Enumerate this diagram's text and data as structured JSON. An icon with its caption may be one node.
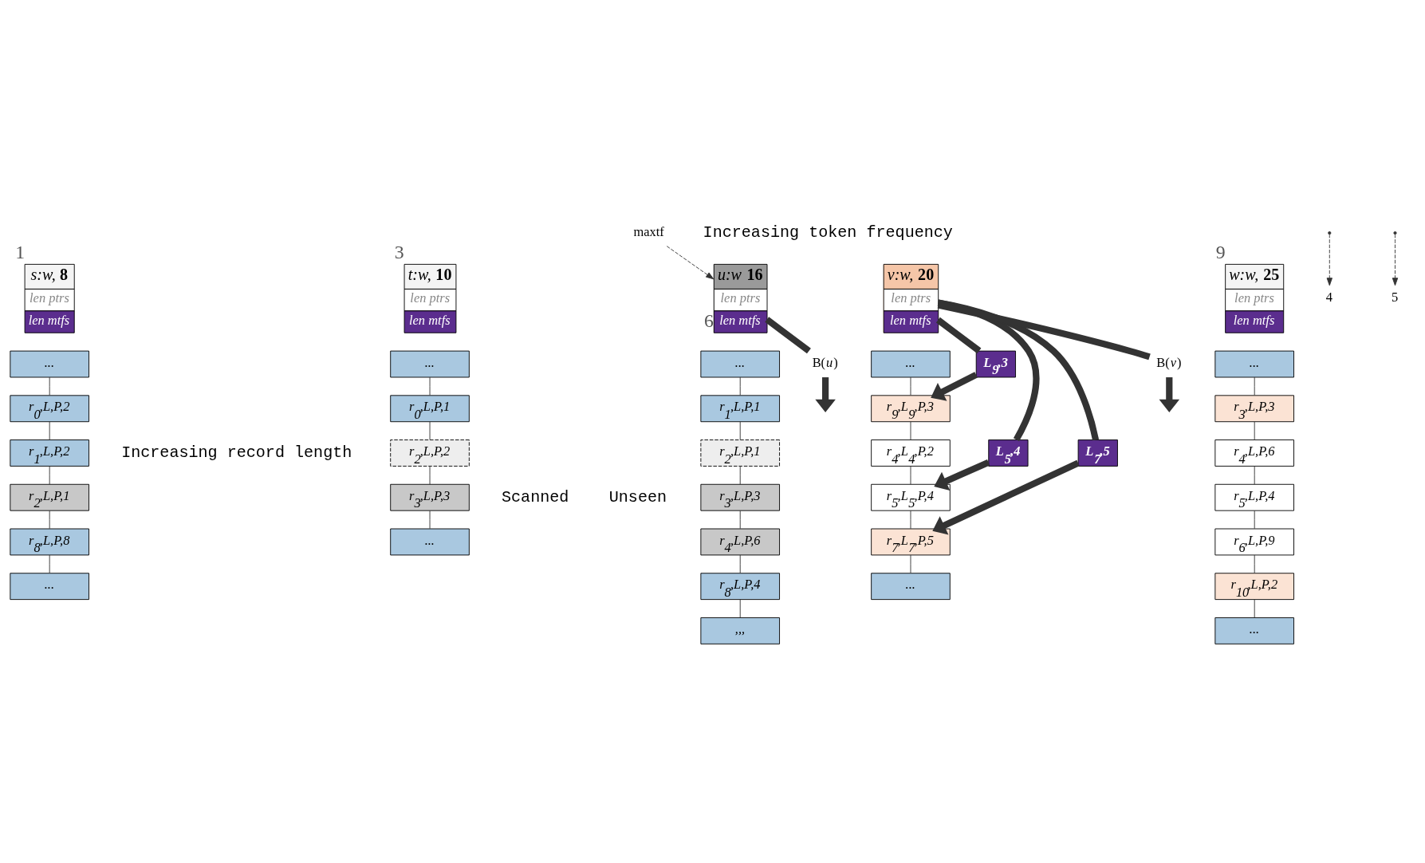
{
  "diagram": {
    "nodes": [
      {
        "text": [
          "*s:w,* **8**",
          "len ptrs",
          "len mtfs"
        ],
        "beside": [
          "1"
        ]
      },
      {
        "text": [
          "..."
        ]
      },
      {
        "text": [
          "r$_{0}$,L,P,2"
        ]
      },
      {
        "text": [
          "r$_{1}$,L,P,2"
        ]
      },
      {
        "text": [
          "r$_{2}$,L,P,1"
        ]
      },
      {
        "text": [
          "r$_{8}$,L,P,8"
        ]
      },
      {
        "text": [
          "..."
        ]
      },
      {
        "text": [
          "*t:w,* **10**",
          "len ptrs",
          "len mtfs"
        ],
        "beside": [
          "3"
        ]
      },
      {
        "text": [
          "..."
        ]
      },
      {
        "text": [
          "r$_{0}$,L,P,1"
        ]
      },
      {
        "text": [
          "r$_{2}$,L,P,2"
        ]
      },
      {
        "text": [
          "r$_{3}$,L,P,3"
        ]
      },
      {
        "text": [
          "..."
        ]
      },
      {
        "text": [
          "*u:w* **16**",
          "len ptrs",
          "len mtfs"
        ],
        "beside": [
          "6"
        ]
      },
      {
        "text": [
          "..."
        ]
      },
      {
        "text": [
          "r$_{1}$,L,P,1"
        ]
      },
      {
        "text": [
          "r$_{2}$,L,P,1"
        ]
      },
      {
        "text": [
          "r$_{3}$,L,P,3"
        ]
      },
      {
        "text": [
          "r$_{4}$,L,P,6"
        ]
      },
      {
        "text": [
          "r$_{8}$,L,P,4"
        ]
      },
      {
        "text": [
          ",,,"
        ]
      },
      {
        "text": [
          "*v:w,* **20**",
          "len ptrs",
          "len mtfs"
        ]
      },
      {
        "text": [
          "..."
        ]
      },
      {
        "text": [
          "r$_{9}$,L$_{9}$,P,3"
        ]
      },
      {
        "text": [
          "r$_{4}$,L$_{4}$,P,2"
        ]
      },
      {
        "text": [
          "r$_{5}$,L$_{5}$,P,4"
        ]
      },
      {
        "text": [
          "r$_{7}$,L$_{7}$,P,5"
        ]
      },
      {
        "text": [
          "..."
        ]
      },
      {
        "text": [
          "*w:w,* **25**",
          "len ptrs",
          "len mtfs"
        ],
        "beside": [
          "9"
        ]
      },
      {
        "text": [
          "..."
        ]
      },
      {
        "text": [
          "r$_{3}$,L,P,3"
        ]
      },
      {
        "text": [
          "r$_{4}$,L,P,6"
        ]
      },
      {
        "text": [
          "r$_{5}$,L,P,4"
        ]
      },
      {
        "text": [
          "r$_{6}$,L,P,9"
        ]
      },
      {
        "text": [
          "r$_{10}$,L,P,2"
        ]
      },
      {
        "text": [
          "..."
        ]
      },
      {
        "text": [
          "L$_{9}$,3"
        ]
      },
      {
        "text": [
          "L$_{5}$,4"
        ]
      },
      {
        "text": [
          "L$_{7}$,5"
        ]
      },
      {
        "text": [
          "4"
        ]
      },
      {
        "text": [
          "5"
        ]
      },
      {
        "text": [
          "maxtf"
        ]
      },
      {
        "text": [
          "B(*u*)"
        ]
      },
      {
        "text": [
          "B(*v*)"
        ]
      }
    ],
    "edges": [
      {
        "from": 1,
        "to": 2,
        "arrow": "none"
      },
      {
        "from": 2,
        "to": 3,
        "arrow": "none"
      },
      {
        "from": 3,
        "to": 4,
        "arrow": "none"
      },
      {
        "from": 4,
        "to": 5,
        "arrow": "none"
      },
      {
        "from": 5,
        "to": 6,
        "arrow": "none"
      },
      {
        "from": 8,
        "to": 9,
        "arrow": "none"
      },
      {
        "from": 9,
        "to": 10,
        "arrow": "none"
      },
      {
        "from": 10,
        "to": 11,
        "arrow": "none"
      },
      {
        "from": 11,
        "to": 12,
        "arrow": "none"
      },
      {
        "from": 14,
        "to": 15,
        "arrow": "none"
      },
      {
        "from": 15,
        "to": 16,
        "arrow": "none"
      },
      {
        "from": 16,
        "to": 17,
        "arrow": "none"
      },
      {
        "from": 17,
        "to": 18,
        "arrow": "none"
      },
      {
        "from": 18,
        "to": 19,
        "arrow": "none"
      },
      {
        "from": 19,
        "to": 20,
        "arrow": "none"
      },
      {
        "from": 22,
        "to": 23,
        "arrow": "none"
      },
      {
        "from": 23,
        "to": 24,
        "arrow": "none"
      },
      {
        "from": 24,
        "to": 25,
        "arrow": "none"
      },
      {
        "from": 25,
        "to": 26,
        "arrow": "none"
      },
      {
        "from": 26,
        "to": 27,
        "arrow": "none"
      },
      {
        "from": 29,
        "to": 30,
        "arrow": "none"
      },
      {
        "from": 30,
        "to": 31,
        "arrow": "none"
      },
      {
        "from": 31,
        "to": 32,
        "arrow": "none"
      },
      {
        "from": 32,
        "to": 33,
        "arrow": "none"
      },
      {
        "from": 33,
        "to": 34,
        "arrow": "none"
      },
      {
        "from": 34,
        "to": 35,
        "arrow": "none"
      },
      {
        "from": 41,
        "to": 13,
        "arrow": "to",
        "style": "dashed"
      },
      {
        "from": 13,
        "to": 42,
        "arrow": "none",
        "style": "thick"
      },
      {
        "from": 42,
        "to": null,
        "arrow": "to",
        "style": "thick"
      },
      {
        "from": 21,
        "to": 43,
        "arrow": "none",
        "style": "thick"
      },
      {
        "from": 43,
        "to": null,
        "arrow": "to",
        "style": "thick"
      },
      {
        "from": 21,
        "to": 36,
        "arrow": "none",
        "style": "thick"
      },
      {
        "from": 36,
        "to": 23,
        "arrow": "to",
        "style": "thick"
      },
      {
        "from": 21,
        "to": 37,
        "arrow": "none",
        "style": "thick"
      },
      {
        "from": 37,
        "to": 25,
        "arrow": "to",
        "style": "thick"
      },
      {
        "from": 21,
        "to": 38,
        "arrow": "none",
        "style": "thick"
      },
      {
        "from": 38,
        "to": 26,
        "arrow": "to",
        "style": "thick"
      },
      {
        "from": null,
        "to": 39,
        "arrow": "to",
        "style": "dashed"
      },
      {
        "from": null,
        "to": 40,
        "arrow": "to",
        "style": "dashed"
      }
    ],
    "labels": [
      "Increasing token frequency",
      "Increasing record length",
      "Scanned",
      "Unseen"
    ]
  }
}
